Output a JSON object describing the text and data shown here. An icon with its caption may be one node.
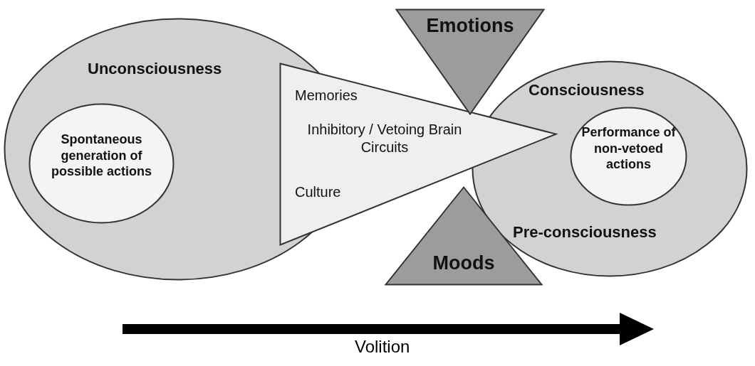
{
  "diagram": {
    "nodes": [
      {
        "text": [
          "Unconsciousness"
        ]
      },
      {
        "text": [
          "Spontaneous generation of possible actions"
        ],
        "in": 0
      },
      {
        "text": [
          "Memories",
          "Inhibitory / Vetoing Brain Circuits",
          "Culture"
        ]
      },
      {
        "text": [
          "Emotions"
        ]
      },
      {
        "text": [
          "Moods"
        ]
      },
      {
        "text": [
          "Consciousness",
          "Pre-consciousness"
        ]
      },
      {
        "text": [
          "Performance of non-vetoed actions"
        ],
        "in": 5
      }
    ],
    "labels": [
      "Volition"
    ]
  }
}
